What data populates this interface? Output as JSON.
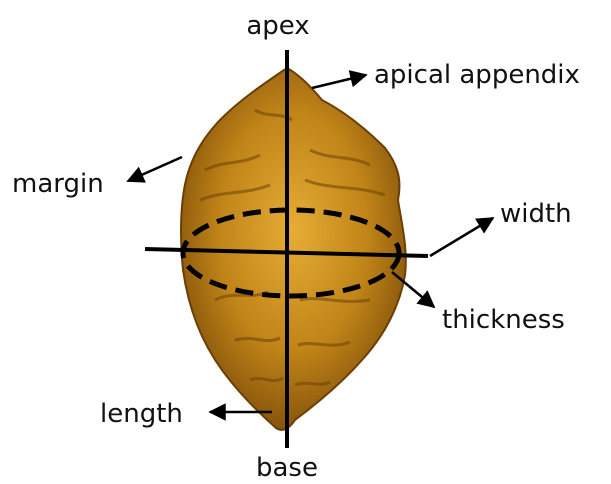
{
  "labels": {
    "apex": "apex",
    "apical_appendix": "apical appendix",
    "margin": "margin",
    "width": "width",
    "thickness": "thickness",
    "length": "length",
    "base": "base"
  },
  "colors": {
    "seed_dark": "#7a4a08",
    "seed_mid": "#b87a14",
    "seed_light": "#e0a630",
    "lines": "#000000"
  }
}
